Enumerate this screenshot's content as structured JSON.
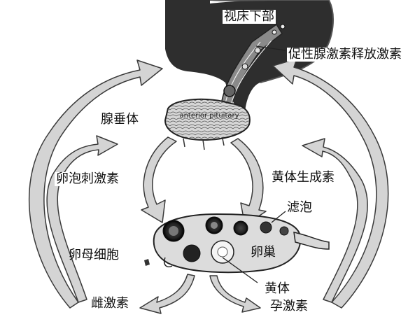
{
  "labels": {
    "hypothalamus": "视床下部",
    "gnrh": "促性腺激素释放激素",
    "pituitary": "腺垂体",
    "pituitary_inner": "anterior pituitary",
    "fsh": "卵泡刺激素",
    "lh": "黄体生成素",
    "follicle": "滤泡",
    "oocyte": "卵母细胞",
    "ovary": "卵巢",
    "corpus_luteum": "黄体",
    "estrogen": "雌激素",
    "progesterone": "孕激素"
  },
  "colors": {
    "ink": "#111111",
    "brain": "#2e2e2e",
    "gland": "#cfcfcf",
    "arrow_fill": "#d4d4d4",
    "arrow_stroke": "#3a3a3a"
  }
}
